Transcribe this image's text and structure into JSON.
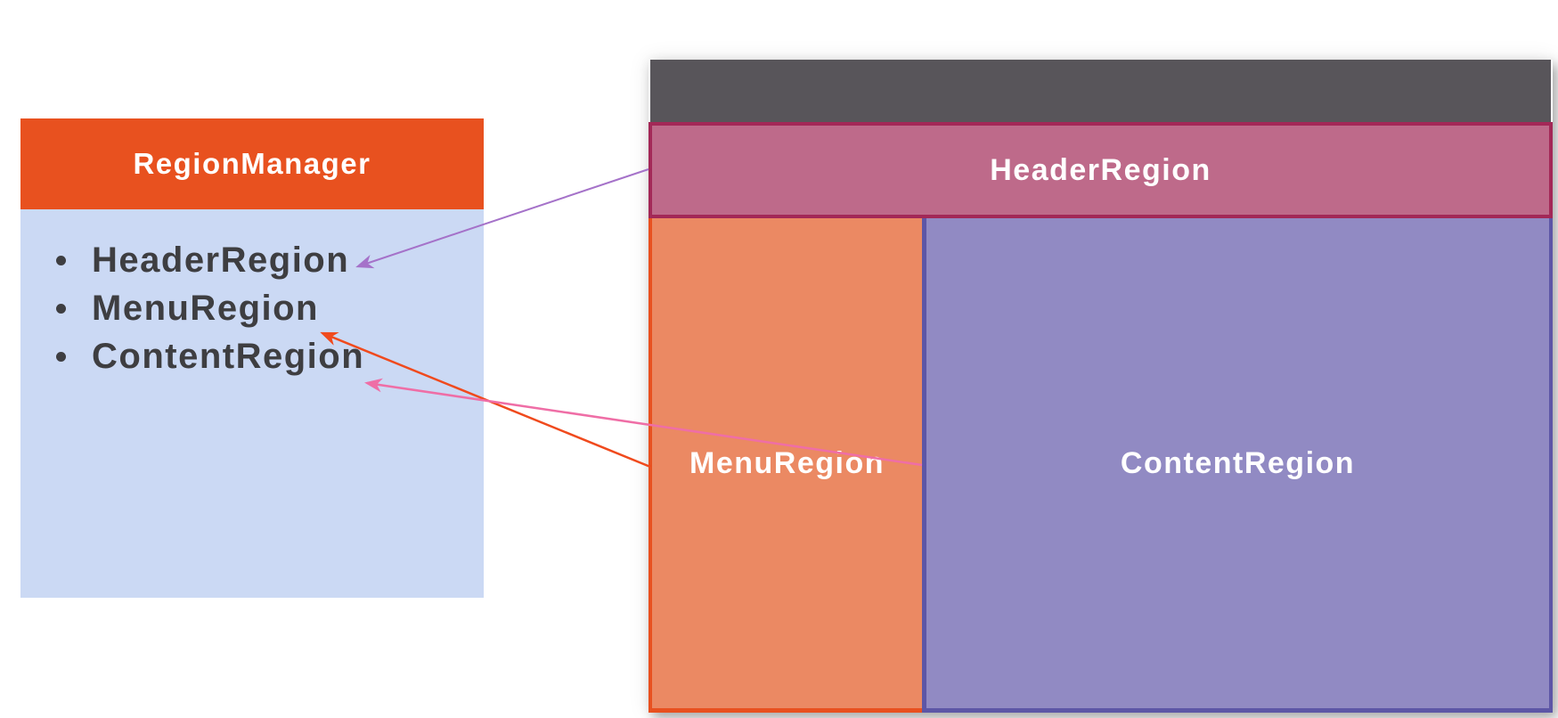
{
  "region_manager": {
    "title": "RegionManager",
    "items": [
      {
        "label": "HeaderRegion"
      },
      {
        "label": "MenuRegion"
      },
      {
        "label": "ContentRegion"
      }
    ],
    "colors": {
      "title_bar": "#E8511F",
      "title_text": "#FFFFFF",
      "body": "#CBD9F4",
      "list_text": "#3E3E41"
    }
  },
  "browser_window": {
    "colors": {
      "titlebar": "#58555A",
      "shadow": "#8A8A8A"
    },
    "regions": {
      "header": {
        "label": "HeaderRegion",
        "fill": "#BE6A8A",
        "border": "#A32857",
        "text": "#FFFFFF"
      },
      "menu": {
        "label": "MenuRegion",
        "fill": "#EB8963",
        "border": "#E8501F",
        "text": "#FFFFFF"
      },
      "content": {
        "label": "ContentRegion",
        "fill": "#918AC3",
        "border": "#5D56A6",
        "text": "#FFFFFF"
      }
    }
  },
  "arrows": [
    {
      "name": "header-arrow",
      "from": "header-region-panel",
      "to": "list-item-header-region",
      "color": "#A572C9"
    },
    {
      "name": "menu-arrow",
      "from": "menu-region-panel",
      "to": "list-item-menu-region",
      "color": "#F04A1D"
    },
    {
      "name": "content-arrow",
      "from": "content-region-panel",
      "to": "list-item-content-region",
      "color": "#EF6EA6"
    }
  ]
}
